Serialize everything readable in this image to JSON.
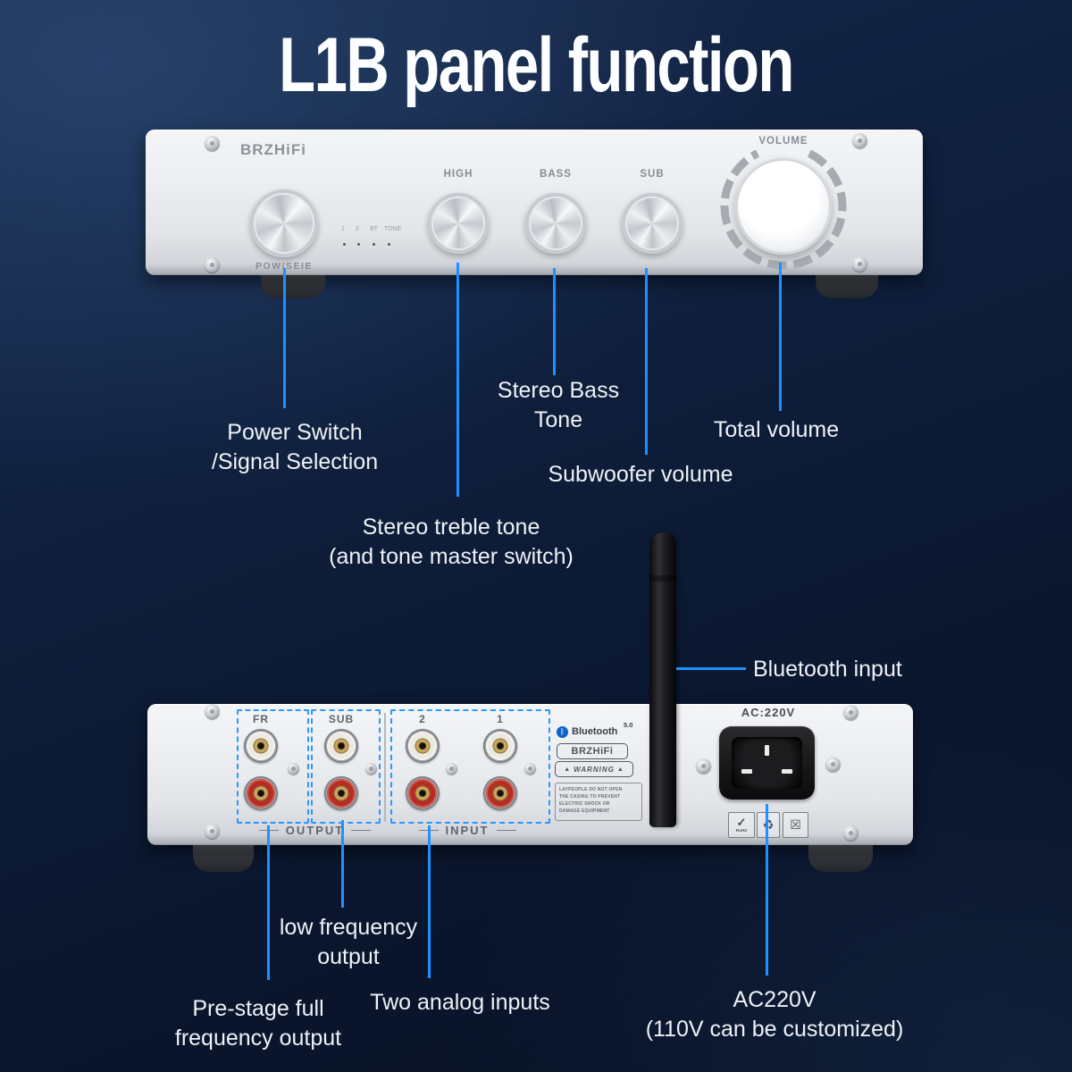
{
  "title": "L1B panel function",
  "colors": {
    "accent_blue": "#1e90ff",
    "background_navy": "#0c1a34",
    "panel_silver": "#e9ebee",
    "callout_text": "#eef2f7"
  },
  "icons": {
    "bluetooth_rune": "ᛒ",
    "warning_triangle": "▲",
    "rohs_check": "✓",
    "recycle": "♻",
    "weee_bin": "☒"
  },
  "front_panel": {
    "brand_logo": "BRZHiFi",
    "power_knob_label": "POW/SEIE",
    "indicator_labels": [
      "1",
      "2",
      "BT",
      "TONE"
    ],
    "knob_labels": [
      "HIGH",
      "BASS",
      "SUB"
    ],
    "volume_label": "VOLUME"
  },
  "front_callouts": {
    "power_switch": [
      "Power Switch",
      "/Signal Selection"
    ],
    "treble": [
      "Stereo treble tone",
      "(and tone master switch)"
    ],
    "bass": [
      "Stereo Bass",
      "Tone"
    ],
    "subwoofer": "Subwoofer volume",
    "volume": "Total volume"
  },
  "bluetooth_callout": "Bluetooth input",
  "rear_panel": {
    "output_jack_labels": [
      "FR",
      "SUB"
    ],
    "input_jack_labels": [
      "2",
      "1"
    ],
    "output_label": "OUTPUT",
    "input_label": "INPUT",
    "bluetooth_brand": "Bluetooth",
    "bluetooth_version": "5.0",
    "brand_logo": "BRZHiFi",
    "warning_label": "WARNING",
    "warning_lines": [
      "LAYPEOPLE DO NOT OPEN",
      "THE CASING TO PREVENT",
      "ELECTRIC SHOCK OR",
      "DAMAGE EQUIPMENT"
    ],
    "ac_label": "AC:220V",
    "rohs_label": "RoHS"
  },
  "rear_callouts": {
    "low_frequency": [
      "low frequency",
      "output"
    ],
    "pre_stage": [
      "Pre-stage full",
      "frequency output"
    ],
    "analog_inputs": "Two analog inputs",
    "ac_voltage": [
      "AC220V",
      "(110V can be customized)"
    ]
  }
}
